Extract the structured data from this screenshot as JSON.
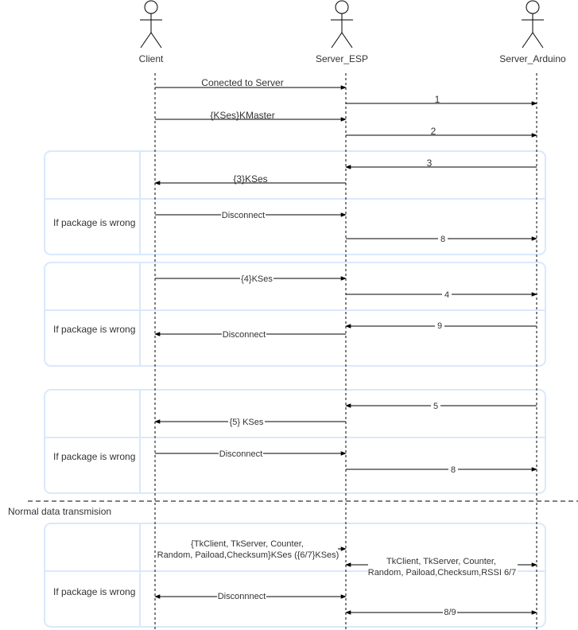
{
  "actors": {
    "client": "Client",
    "esp": "Server_ESP",
    "arduino": "Server_Arduino"
  },
  "messages": {
    "m1": "Conected to Server",
    "m2": "1",
    "m3": "{KSes}KMaster",
    "m4": "2",
    "m5": "3",
    "m6": "{3}KSes",
    "m7": "Disconnect",
    "m8": "8",
    "m9": "{4}KSes",
    "m10": "4",
    "m11": "9",
    "m12": "Disconnect",
    "m13": "5",
    "m14": "{5} KSes",
    "m15": "Disconnect",
    "m16": "8",
    "m17_line1": "{TkClient, TkServer, Counter,",
    "m17_line2": "Random, Paiload,Checksum}KSes ({6/7}KSes)",
    "m18_line1": "TkClient, TkServer, Counter,",
    "m18_line2": "Random, Paiload,Checksum,RSSI  6/7",
    "m19": "Disconnnect",
    "m20": "8/9"
  },
  "conditions": {
    "c1": "If package is wrong",
    "c2": "If package is wrong",
    "c3": "If package is wrong",
    "c4": "If package is wrong"
  },
  "section_label": "Normal data transmision",
  "colors": {
    "lines": "#000000",
    "frame": "#dae8fc",
    "text": "#333333"
  }
}
